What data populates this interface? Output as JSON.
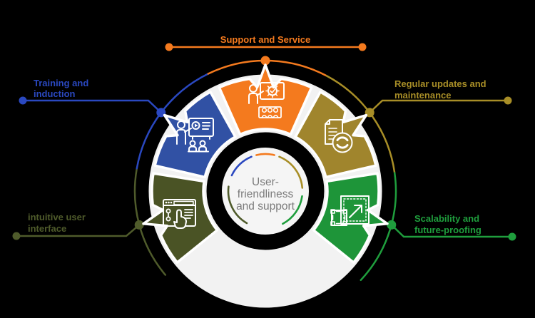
{
  "colors": {
    "background": "#000000",
    "wheel_ring": "#F2F2F2",
    "center_disc": "#F5F5F5",
    "icon_stroke": "#FFFFFF",
    "center_text": "#7B7B7B"
  },
  "center": {
    "line1": "User-",
    "line2": "friendliness",
    "line3": "and support"
  },
  "segments": [
    {
      "name": "training-and-induction",
      "label1": "Training and",
      "label2": "induction",
      "wedge": "#3151A4",
      "accent": "#2A48C0",
      "icon": "training-presentation-icon"
    },
    {
      "name": "support-and-service",
      "label1": "Support and Service",
      "label2": "",
      "wedge": "#F47A1E",
      "accent": "#F47A1E",
      "icon": "presenter-gear-icon"
    },
    {
      "name": "regular-updates-and-maintenance",
      "label1": "Regular updates and",
      "label2": "maintenance",
      "wedge": "#A0852D",
      "accent": "#A88E27",
      "icon": "document-sync-icon"
    },
    {
      "name": "scalability-and-future-proofing",
      "label1": "Scalability and",
      "label2": "future-proofing",
      "wedge": "#1E9539",
      "accent": "#1F9E3D",
      "icon": "scale-expand-icon"
    },
    {
      "name": "intuitive-user-interface",
      "label1": "intuitive user",
      "label2": "interface",
      "wedge": "#4A5325",
      "accent": "#4F5B2B",
      "icon": "browser-pointer-icon"
    }
  ]
}
